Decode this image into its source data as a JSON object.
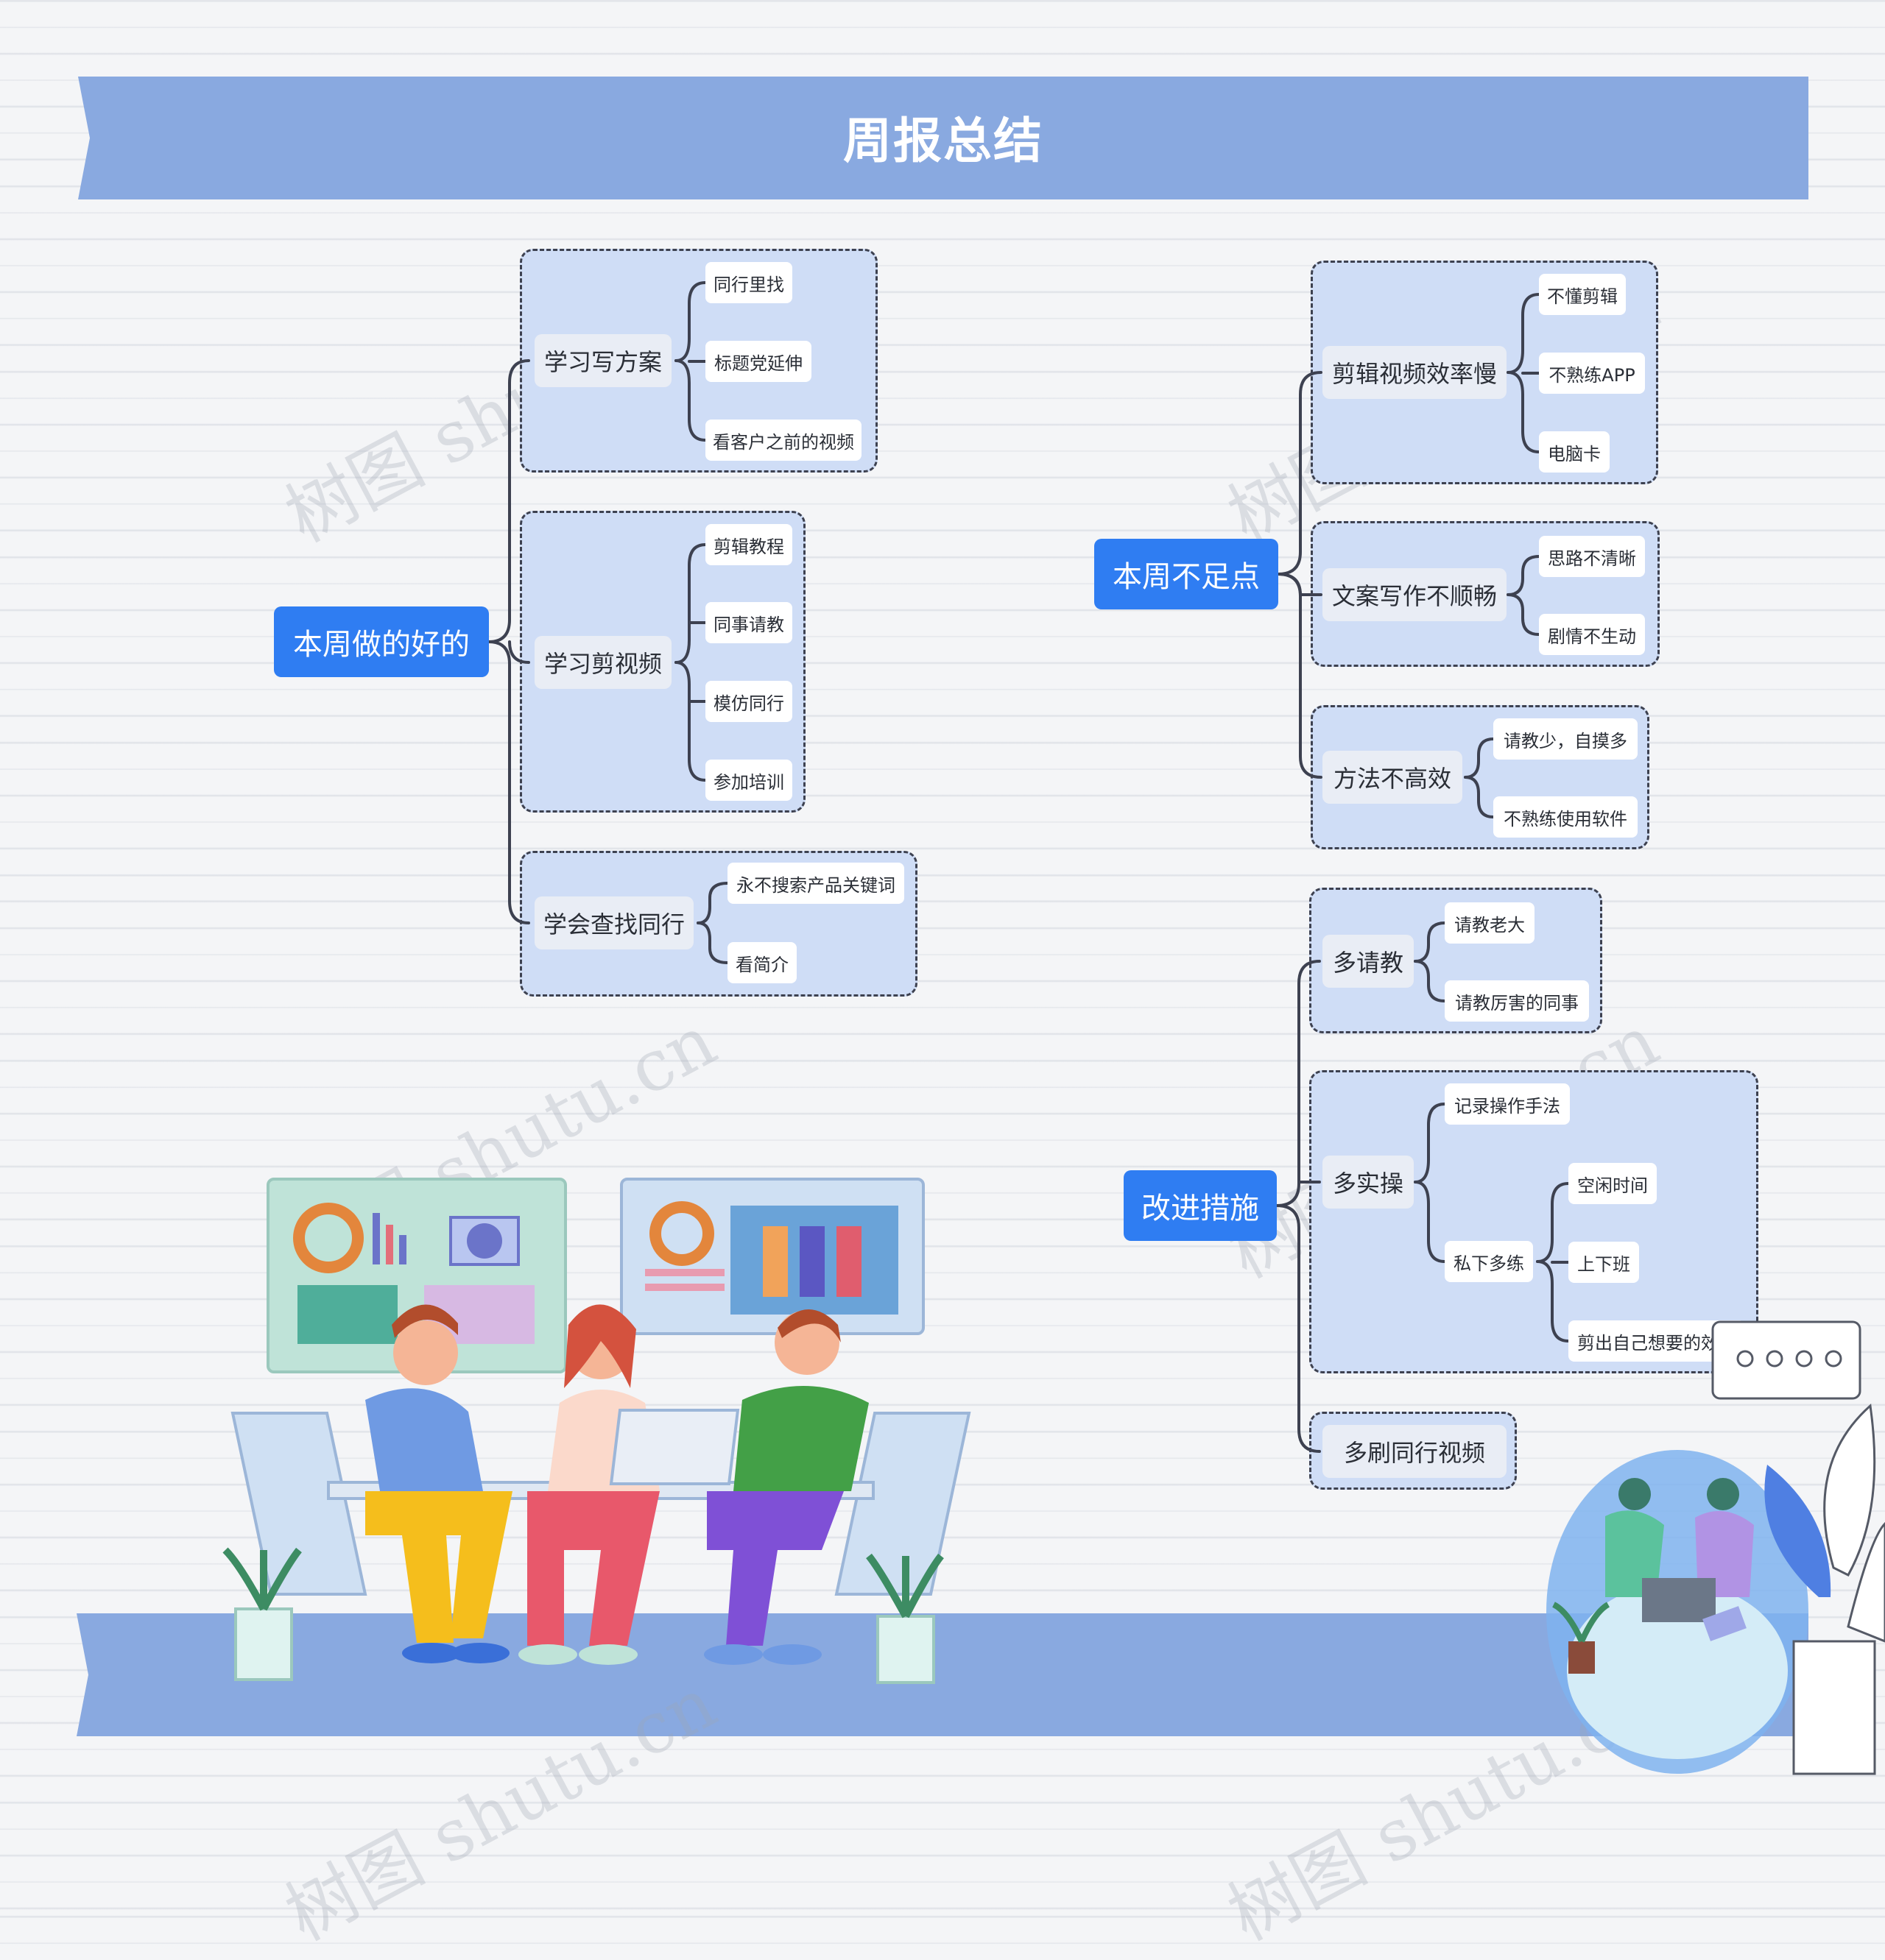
{
  "title": "周报总结",
  "watermark": "树图 shutu.cn",
  "colors": {
    "banner": "#89a9e0",
    "root": "#2f7df2",
    "group_fill": "#cfddf6",
    "line": "#3d4150"
  },
  "left": {
    "root": "本周做的好的",
    "branches": [
      {
        "label": "学习写方案",
        "leaves": [
          "同行里找",
          "标题党延伸",
          "看客户之前的视频"
        ]
      },
      {
        "label": "学习剪视频",
        "leaves": [
          "剪辑教程",
          "同事请教",
          "模仿同行",
          "参加培训"
        ]
      },
      {
        "label": "学会查找同行",
        "leaves": [
          "永不搜索产品关键词",
          "看简介"
        ]
      }
    ]
  },
  "right_top": {
    "root": "本周不足点",
    "branches": [
      {
        "label": "剪辑视频效率慢",
        "leaves": [
          "不懂剪辑",
          "不熟练APP",
          "电脑卡"
        ]
      },
      {
        "label": "文案写作不顺畅",
        "leaves": [
          "思路不清晰",
          "剧情不生动"
        ]
      },
      {
        "label": "方法不高效",
        "leaves": [
          "请教少，自摸多",
          "不熟练使用软件"
        ]
      }
    ]
  },
  "right_bottom": {
    "root": "改进措施",
    "branches": [
      {
        "label": "多请教",
        "leaves": [
          "请教老大",
          "请教厉害的同事"
        ]
      },
      {
        "label": "多实操",
        "leaves": [
          "记录操作手法",
          "私下多练"
        ],
        "subleaves": [
          "空闲时间",
          "上下班",
          "剪出自己想要的效果"
        ]
      },
      {
        "label": "多刷同行视频",
        "leaves": []
      }
    ]
  }
}
